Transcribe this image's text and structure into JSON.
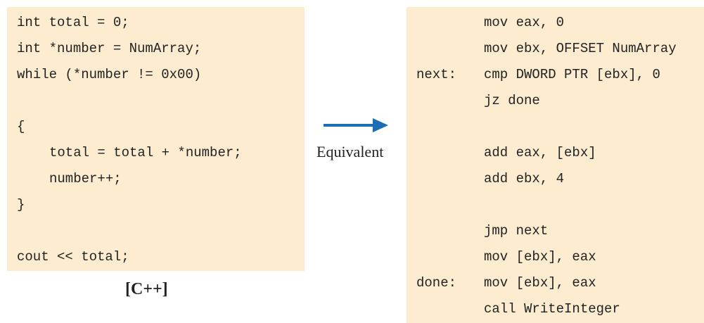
{
  "cpp": {
    "caption": "[C++]",
    "lines": [
      {
        "indent": false,
        "text": "int total = 0;"
      },
      {
        "indent": false,
        "text": "int *number = NumArray;"
      },
      {
        "indent": false,
        "text": "while (*number != 0x00)"
      },
      {
        "indent": false,
        "text": ""
      },
      {
        "indent": false,
        "text": "{"
      },
      {
        "indent": true,
        "text": "total = total + *number;"
      },
      {
        "indent": true,
        "text": "number++;"
      },
      {
        "indent": false,
        "text": "}"
      },
      {
        "indent": false,
        "text": ""
      },
      {
        "indent": false,
        "text": "cout << total;"
      }
    ]
  },
  "arrow": {
    "label": "Equivalent",
    "color": "#1c6db3"
  },
  "asm": {
    "lines": [
      {
        "label": "",
        "text": "mov eax, 0"
      },
      {
        "label": "",
        "text": "mov ebx, OFFSET NumArray"
      },
      {
        "label": "next:",
        "text": "cmp DWORD PTR [ebx], 0"
      },
      {
        "label": "",
        "text": "jz done"
      },
      {
        "label": "",
        "text": ""
      },
      {
        "label": "",
        "text": "add eax, [ebx]"
      },
      {
        "label": "",
        "text": "add ebx, 4"
      },
      {
        "label": "",
        "text": ""
      },
      {
        "label": "",
        "text": "jmp next"
      },
      {
        "label": "",
        "text": "mov [ebx], eax"
      },
      {
        "label": "done:",
        "text": "mov [ebx], eax"
      },
      {
        "label": "",
        "text": "call WriteInteger"
      }
    ]
  }
}
